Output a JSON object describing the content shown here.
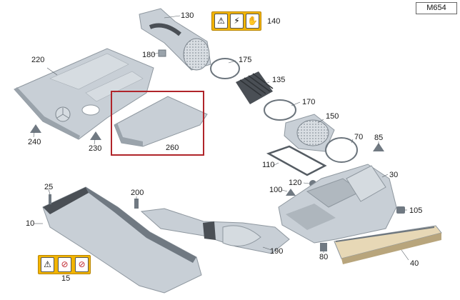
{
  "model_code": "M654",
  "colors": {
    "part": "#c8cfd6",
    "part_dark": "#8e979f",
    "hose": "#4a4f55",
    "highlight": "#b0242a",
    "warning": "#f2b400"
  },
  "highlighted_part": "260",
  "labels": [
    "130",
    "140",
    "180",
    "175",
    "220",
    "135",
    "170",
    "150",
    "240",
    "230",
    "260",
    "85",
    "70",
    "110",
    "120",
    "30",
    "100",
    "25",
    "200",
    "105",
    "10",
    "190",
    "80",
    "40",
    "15"
  ],
  "warning_labels": [
    {
      "part": "140",
      "icons": [
        "warning-triangle-icon",
        "electric-shock-icon",
        "hand-hazard-icon"
      ]
    },
    {
      "part": "15",
      "icons": [
        "warning-triangle-icon",
        "no-touch-icon",
        "no-fire-icon"
      ]
    }
  ]
}
